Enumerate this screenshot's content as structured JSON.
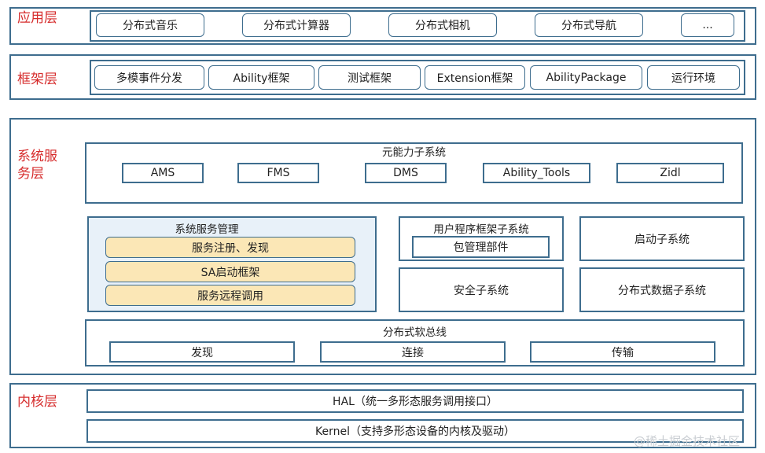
{
  "app_layer": {
    "label": "应用层",
    "items": [
      "分布式音乐",
      "分布式计算器",
      "分布式相机",
      "分布式导航",
      "..."
    ]
  },
  "framework_layer": {
    "label": "框架层",
    "items": [
      "多模事件分发",
      "Ability框架",
      "测试框架",
      "Extension框架",
      "AbilityPackage",
      "运行环境"
    ]
  },
  "system_service_layer": {
    "label_line1": "系统服",
    "label_line2": "务层",
    "meta_subsystem": {
      "title": "元能力子系统",
      "items": [
        "AMS",
        "FMS",
        "DMS",
        "Ability_Tools",
        "Zidl"
      ]
    },
    "sa_management": {
      "title": "系统服务管理",
      "items": [
        "服务注册、发现",
        "SA启动框架",
        "服务远程调用"
      ]
    },
    "user_program_framework": {
      "title": "用户程序框架子系统",
      "package_management": "包管理部件"
    },
    "startup_subsystem": "启动子系统",
    "security_subsystem": "安全子系统",
    "distributed_data_subsystem": "分布式数据子系统",
    "softbus": {
      "title": "分布式软总线",
      "items": [
        "发现",
        "连接",
        "传输"
      ]
    }
  },
  "kernel_layer": {
    "label": "内核层",
    "hal": "HAL（统一多形态服务调用接口）",
    "kernel": "Kernel（支持多形态设备的内核及驱动）"
  },
  "watermark": "@稀土掘金技术社区",
  "colors": {
    "border": "#3e6d8e",
    "layer_label": "#d62c2c",
    "sa_panel_fill": "#e8f1f9",
    "sa_item_fill": "#fbe7b6"
  }
}
